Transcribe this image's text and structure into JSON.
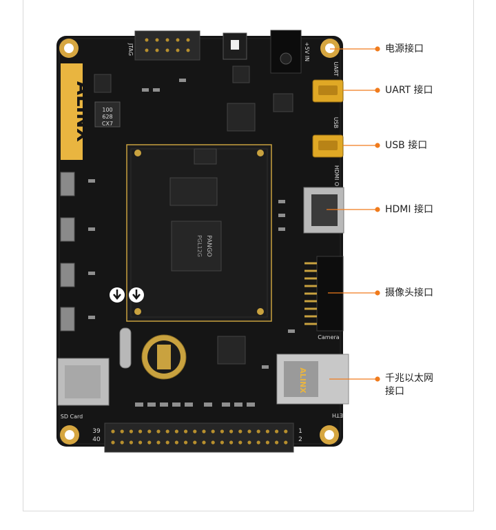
{
  "board": {
    "brand": "ALINX",
    "silk": {
      "jtag": "JTAG",
      "power_in": "+5V IN",
      "uart": "UART",
      "usb": "USB",
      "hdmi": "HDMI O",
      "camera": "Camera",
      "eth": "ETH",
      "sd": "SD Card",
      "pin39": "39",
      "pin40": "40",
      "pin1": "1",
      "pin2": "2",
      "chip_brand": "PANGO",
      "chip_part": "PGL12G",
      "inductor": "100\n628\nCX7"
    }
  },
  "callouts": [
    {
      "label": "电源接口"
    },
    {
      "label": "UART 接口"
    },
    {
      "label": "USB 接口"
    },
    {
      "label": "HDMI 接口"
    },
    {
      "label": "摄像头接口"
    },
    {
      "label": "千兆以太网\n接口"
    }
  ],
  "colors": {
    "pcb": "#151515",
    "accent_line": "#f07b1c",
    "gold": "#d6a640",
    "logo_bg": "#e9b540"
  }
}
